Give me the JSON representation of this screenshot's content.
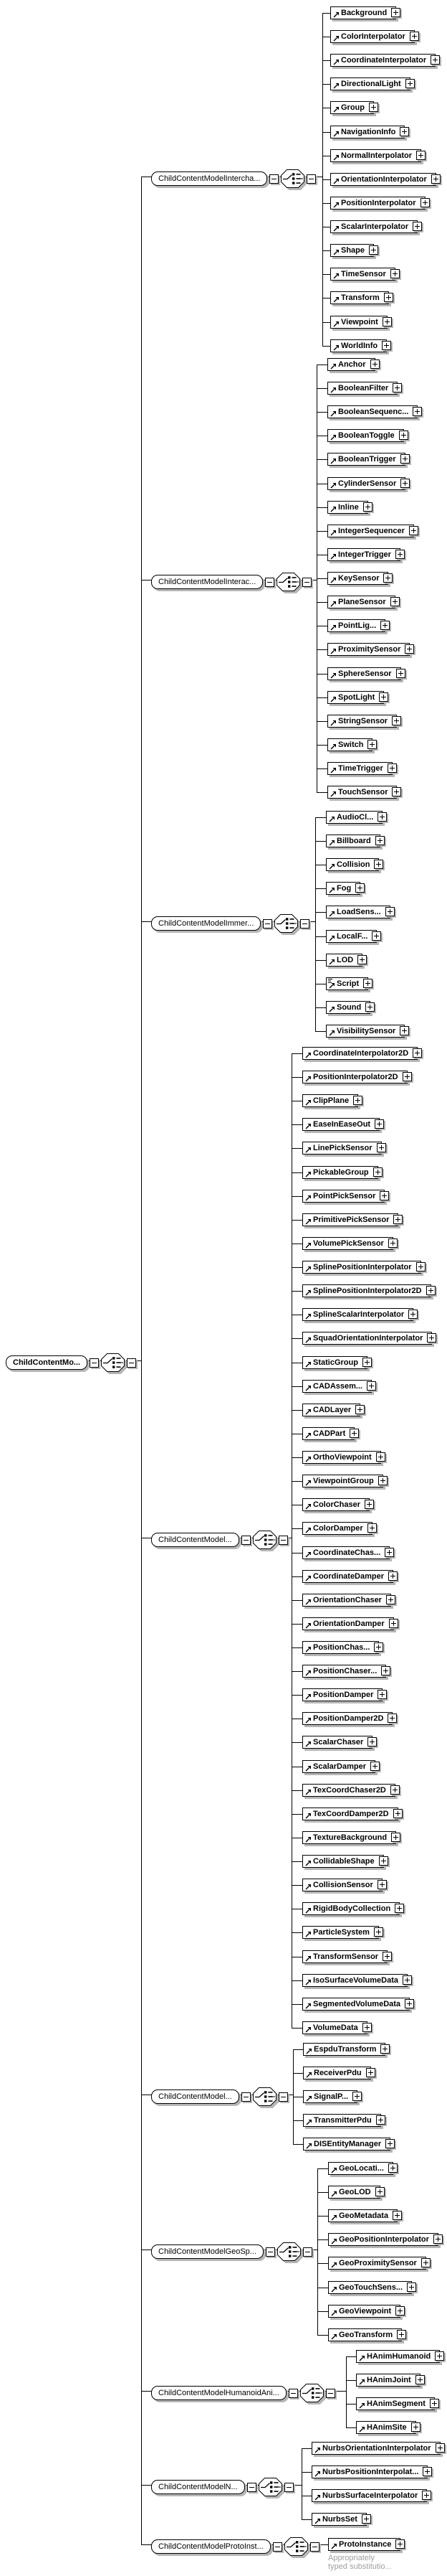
{
  "diagram": {
    "title": "XML schema content model diagram",
    "root": {
      "label": "ChildContentMo..."
    },
    "groups": [
      {
        "label": "ChildContentModelIntercha...",
        "children": [
          "Background",
          "ColorInterpolator",
          "CoordinateInterpolator",
          "DirectionalLight",
          "Group",
          "NavigationInfo",
          "NormalInterpolator",
          "OrientationInterpolator",
          "PositionInterpolator",
          "ScalarInterpolator",
          "Shape",
          "TimeSensor",
          "Transform",
          "Viewpoint",
          "WorldInfo"
        ]
      },
      {
        "label": "ChildContentModelInterac...",
        "children": [
          "Anchor",
          "BooleanFilter",
          "BooleanSequenc...",
          "BooleanToggle",
          "BooleanTrigger",
          "CylinderSensor",
          "Inline",
          "IntegerSequencer",
          "IntegerTrigger",
          "KeySensor",
          "PlaneSensor",
          "PointLig...",
          "ProximitySensor",
          "SphereSensor",
          "SpotLight",
          "StringSensor",
          "Switch",
          "TimeTrigger",
          "TouchSensor"
        ]
      },
      {
        "label": "ChildContentModelImmer...",
        "annotation_marker_on": "Script",
        "children": [
          "AudioCl...",
          "Billboard",
          "Collision",
          "Fog",
          "LoadSens...",
          "LocalF...",
          "LOD",
          "Script",
          "Sound",
          "VisibilitySensor"
        ]
      },
      {
        "label": "ChildContentModel...",
        "children": [
          "CoordinateInterpolator2D",
          "PositionInterpolator2D",
          "ClipPlane",
          "EaseInEaseOut",
          "LinePickSensor",
          "PickableGroup",
          "PointPickSensor",
          "PrimitivePickSensor",
          "VolumePickSensor",
          "SplinePositionInterpolator",
          "SplinePositionInterpolator2D",
          "SplineScalarInterpolator",
          "SquadOrientationInterpolator",
          "StaticGroup",
          "CADAssem...",
          "CADLayer",
          "CADPart",
          "OrthoViewpoint",
          "ViewpointGroup",
          "ColorChaser",
          "ColorDamper",
          "CoordinateChas...",
          "CoordinateDamper",
          "OrientationChaser",
          "OrientationDamper",
          "PositionChas...",
          "PositionChaser...",
          "PositionDamper",
          "PositionDamper2D",
          "ScalarChaser",
          "ScalarDamper",
          "TexCoordChaser2D",
          "TexCoordDamper2D",
          "TextureBackground",
          "CollidableShape",
          "CollisionSensor",
          "RigidBodyCollection",
          "ParticleSystem",
          "TransformSensor",
          "IsoSurfaceVolumeData",
          "SegmentedVolumeData",
          "VolumeData"
        ]
      },
      {
        "label": "ChildContentModel...",
        "children": [
          "EspduTransform",
          "ReceiverPdu",
          "SignalP...",
          "TransmitterPdu",
          "DISEntityManager"
        ]
      },
      {
        "label": "ChildContentModelGeoSp...",
        "children": [
          "GeoLocati...",
          "GeoLOD",
          "GeoMetadata",
          "GeoPositionInterpolator",
          "GeoProximitySensor",
          "GeoTouchSens...",
          "GeoViewpoint",
          "GeoTransform"
        ]
      },
      {
        "label": "ChildContentModelHumanoidAni...",
        "children": [
          "HAnimHumanoid",
          "HAnimJoint",
          "HAnimSegment",
          "HAnimSite"
        ]
      },
      {
        "label": "ChildContentModelN...",
        "children": [
          "NurbsOrientationInterpolator",
          "NurbsPositionInterpolat...",
          "NurbsSurfaceInterpolator",
          "NurbsSet"
        ]
      },
      {
        "label": "ChildContentModelProtoInst...",
        "children": [
          "ProtoInstance"
        ]
      }
    ],
    "footnote": {
      "lines": [
        "Appropriately",
        "typed substitutio..."
      ]
    },
    "icons": {
      "compositor": "choice-icon",
      "expand": "plus-icon",
      "collapse": "minus-icon",
      "reference": "ne-arrow-icon",
      "annotation": "annotation-lines-icon"
    },
    "colors": {
      "line": "#000000",
      "box_fill": "#ffffff",
      "box_border": "#000000",
      "shadow": "#b6b6b6",
      "footnote_text": "#9e9e9e"
    }
  }
}
